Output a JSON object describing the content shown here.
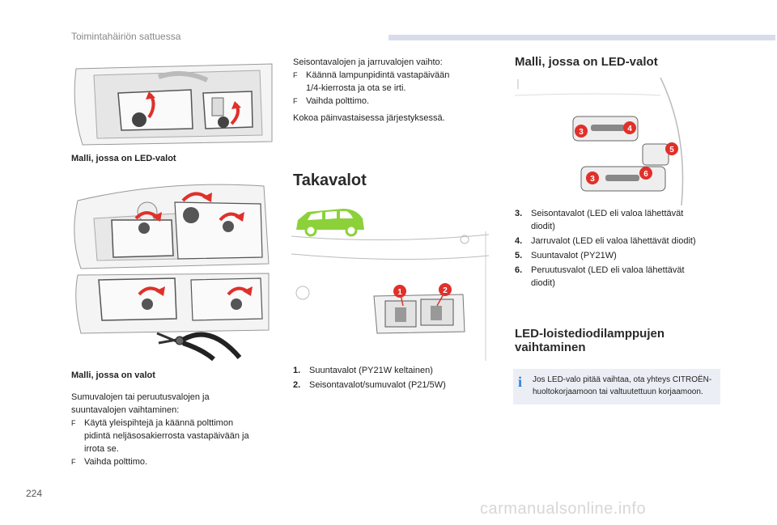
{
  "header": {
    "section_title": "Toimintahäiriön sattuessa"
  },
  "page_number": "224",
  "left_column": {
    "caption_led": "Malli, jossa on LED-valot",
    "caption_bulbs": "Malli, jossa on valot",
    "fog_intro_line1": "Sumuvalojen tai peruutusvalojen ja",
    "fog_intro_line2": "suuntavalojen vaihtaminen:",
    "fog_steps": [
      {
        "arrow": "F",
        "line1": "Käytä yleispihtejä ja käännä polttimon",
        "line2": "pidintä neljäsosakierrosta vastapäivään ja",
        "line3": "irrota se."
      },
      {
        "arrow": "F",
        "line1": "Vaihda polttimo."
      }
    ]
  },
  "middle_column": {
    "intro": "Seisontavalojen ja jarruvalojen vaihto:",
    "steps": [
      {
        "arrow": "F",
        "line1": "Käännä lampunpidintä vastapäivään",
        "line2": "1/4-kierrosta ja ota se irti."
      },
      {
        "arrow": "F",
        "line1": "Vaihda polttimo."
      }
    ],
    "reassemble": "Kokoa päinvastaisessa järjestyksessä.",
    "heading": "Takavalot",
    "diagram_callouts": [
      "1",
      "2"
    ],
    "legend": [
      {
        "num": "1.",
        "text": "Suuntavalot (PY21W keltainen)"
      },
      {
        "num": "2.",
        "text": "Seisontavalot/sumuvalot (P21/5W)"
      }
    ]
  },
  "right_column": {
    "heading": "Malli, jossa on LED-valot",
    "diagram_callouts": [
      "3",
      "4",
      "5",
      "3",
      "6"
    ],
    "legend": [
      {
        "num": "3.",
        "line1": "Seisontavalot (LED eli valoa lähettävät",
        "line2": "diodit)"
      },
      {
        "num": "4.",
        "line1": "Jarruvalot (LED eli valoa lähettävät diodit)"
      },
      {
        "num": "5.",
        "line1": "Suuntavalot (PY21W)"
      },
      {
        "num": "6.",
        "line1": "Peruutusvalot (LED eli valoa lähettävät",
        "line2": "diodit)"
      }
    ],
    "led_heading_line1": "LED-loistediodilamppujen",
    "led_heading_line2": "vaihtaminen",
    "info_icon": "i",
    "info_line1": "Jos LED-valo pitää vaihtaa, ota yhteys CITROËN-",
    "info_line2": "huoltokorjaamoon tai valtuutettuun korjaamoon."
  },
  "colors": {
    "accent_red": "#e0302a",
    "car_green": "#8cd13a",
    "info_blue": "#2d7fd9"
  },
  "watermark": "carmanualsonline.info"
}
